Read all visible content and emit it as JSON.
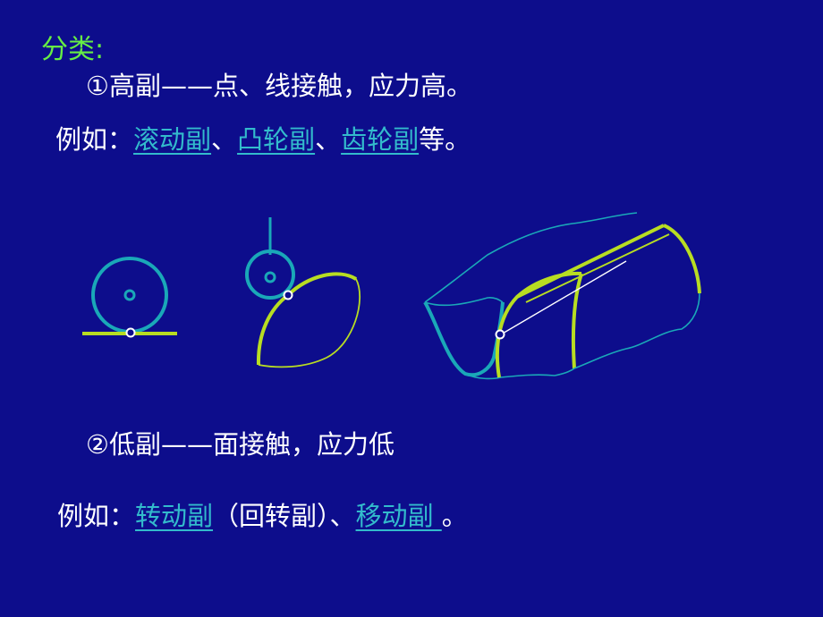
{
  "slide": {
    "heading": "分类:",
    "high_pair": {
      "label": "①高副——点、线接触，应力高。",
      "example_prefix": "例如：",
      "links": [
        "滚动副",
        "凸轮副",
        "齿轮副"
      ],
      "sep": "、",
      "suffix": "等。"
    },
    "low_pair": {
      "label": "②低副——面接触，应力低",
      "example_prefix": "例如：",
      "link_revolute": "转动副",
      "paren": "（回转副）、",
      "link_prismatic": "移动副 ",
      "end": "。"
    },
    "colors": {
      "background": "#0d0d8c",
      "heading": "#66ee44",
      "link": "#33bbcc",
      "teal_stroke": "#1aa8b8",
      "yellow_green_stroke": "#b8dd22"
    }
  }
}
